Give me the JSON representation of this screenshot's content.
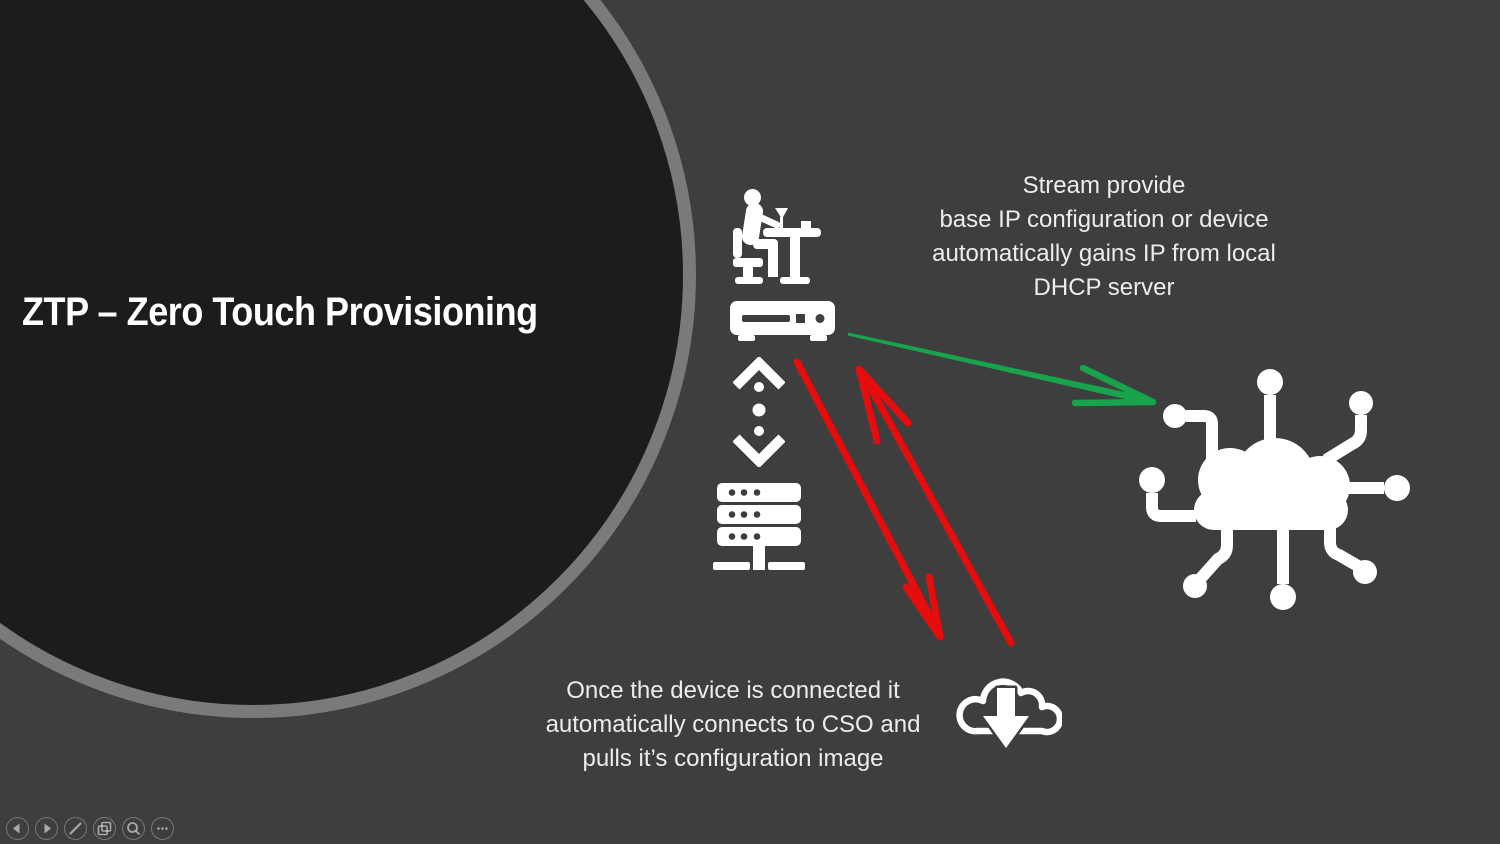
{
  "slide": {
    "title": "ZTP – Zero Touch Provisioning",
    "dhcp_note": {
      "lines": [
        "Stream provide",
        "base IP configuration or device",
        "automatically gains IP from local",
        "DHCP server"
      ]
    },
    "cso_note": {
      "lines": [
        "Once the device is connected it",
        "automatically connects to CSO and",
        "pulls it’s configuration image"
      ]
    }
  },
  "diagram": {
    "icons": [
      {
        "name": "operator-at-desk-icon"
      },
      {
        "name": "network-device-icon"
      },
      {
        "name": "data-transfer-chevrons-icon"
      },
      {
        "name": "server-stack-icon"
      },
      {
        "name": "cloud-network-icon"
      },
      {
        "name": "cloud-download-icon"
      }
    ],
    "arrows": [
      {
        "name": "green-arrow",
        "color": "#18a34c",
        "from": "network-device",
        "to": "cloud-network"
      },
      {
        "name": "red-arrow-down",
        "color": "#e50d0d",
        "from": "network-device",
        "to": "cso-cloud"
      },
      {
        "name": "red-arrow-up",
        "color": "#e50d0d",
        "from": "cso-cloud",
        "to": "network-device"
      }
    ]
  },
  "colors": {
    "background": "#3e3e3e",
    "circle_fill": "#1c1c1c",
    "circle_ring": "#7a7a7a",
    "icon_white": "#ffffff",
    "text": "#ececec",
    "arrow_green": "#18a34c",
    "arrow_red": "#e50d0d"
  },
  "presenter_controls": {
    "buttons": [
      {
        "name": "previous-slide",
        "icon": "chevron-left-icon"
      },
      {
        "name": "next-slide",
        "icon": "chevron-right-icon"
      },
      {
        "name": "pen-tools",
        "icon": "pen-icon"
      },
      {
        "name": "see-all-slides",
        "icon": "slides-icon"
      },
      {
        "name": "zoom-slide",
        "icon": "magnifier-icon"
      },
      {
        "name": "more-options",
        "icon": "ellipsis-icon"
      }
    ]
  }
}
